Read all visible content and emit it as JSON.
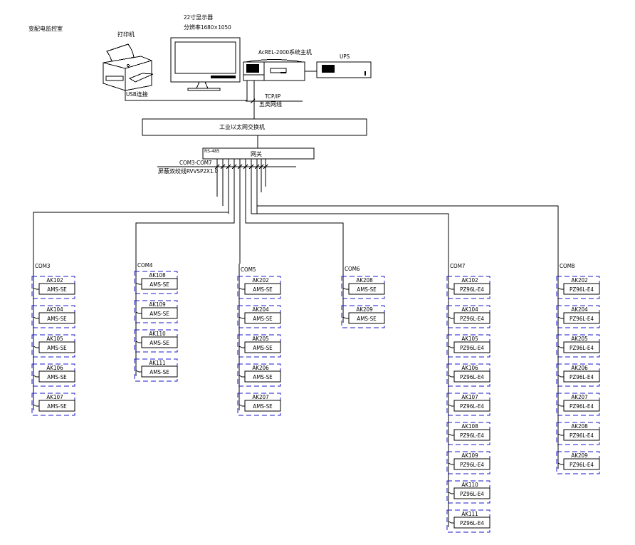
{
  "title": "变配电监控室",
  "colors": {
    "line": "#000000",
    "device_frame": "#1a1acc",
    "background": "#ffffff"
  },
  "printer": {
    "label": "打印机",
    "link": "USB连接"
  },
  "monitor": {
    "label_line1": "22寸显示器",
    "label_line2": "分辨率1680×1050"
  },
  "host": {
    "label": "AcREL-2000系统主机"
  },
  "ups": {
    "label": "UPS"
  },
  "network": {
    "protocol": "TCP/IP",
    "cable": "五类网线"
  },
  "ethernet_switch": {
    "label": "工业以太网交换机"
  },
  "serial_server": {
    "label": "网关",
    "small_label": "RS-485"
  },
  "bus_labels": {
    "range": "COM3-COM7",
    "cable": "屏蔽双绞线RVVSP2X1.0"
  },
  "buses": [
    {
      "com": "COM3",
      "devices": [
        {
          "id": "AK102",
          "model": "AMS-SE"
        },
        {
          "id": "AK104",
          "model": "AMS-SE"
        },
        {
          "id": "AK105",
          "model": "AMS-SE"
        },
        {
          "id": "AK106",
          "model": "AMS-SE"
        },
        {
          "id": "AK107",
          "model": "AMS-SE"
        }
      ]
    },
    {
      "com": "COM4",
      "devices": [
        {
          "id": "AK108",
          "model": "AMS-SE"
        },
        {
          "id": "AK109",
          "model": "AMS-SE"
        },
        {
          "id": "AK110",
          "model": "AMS-SE"
        },
        {
          "id": "AK111",
          "model": "AMS-SE"
        }
      ]
    },
    {
      "com": "COM5",
      "devices": [
        {
          "id": "AK202",
          "model": "AMS-SE"
        },
        {
          "id": "AK204",
          "model": "AMS-SE"
        },
        {
          "id": "AK205",
          "model": "AMS-SE"
        },
        {
          "id": "AK206",
          "model": "AMS-SE"
        },
        {
          "id": "AK207",
          "model": "AMS-SE"
        }
      ]
    },
    {
      "com": "COM6",
      "devices": [
        {
          "id": "AK208",
          "model": "AMS-SE"
        },
        {
          "id": "AK209",
          "model": "AMS-SE"
        }
      ]
    },
    {
      "com": "COM7",
      "devices": [
        {
          "id": "AK102",
          "model": "PZ96L-E4"
        },
        {
          "id": "AK104",
          "model": "PZ96L-E4"
        },
        {
          "id": "AK105",
          "model": "PZ96L-E4"
        },
        {
          "id": "AK106",
          "model": "PZ96L-E4"
        },
        {
          "id": "AK107",
          "model": "PZ96L-E4"
        },
        {
          "id": "AK108",
          "model": "PZ96L-E4"
        },
        {
          "id": "AK109",
          "model": "PZ96L-E4"
        },
        {
          "id": "AK110",
          "model": "PZ96L-E4"
        },
        {
          "id": "AK111",
          "model": "PZ96L-E4"
        }
      ]
    },
    {
      "com": "COM8",
      "devices": [
        {
          "id": "AK202",
          "model": "PZ96L-E4"
        },
        {
          "id": "AK204",
          "model": "PZ96L-E4"
        },
        {
          "id": "AK205",
          "model": "PZ96L-E4"
        },
        {
          "id": "AK206",
          "model": "PZ96L-E4"
        },
        {
          "id": "AK207",
          "model": "PZ96L-E4"
        },
        {
          "id": "AK208",
          "model": "PZ96L-E4"
        },
        {
          "id": "AK209",
          "model": "PZ96L-E4"
        }
      ]
    }
  ]
}
